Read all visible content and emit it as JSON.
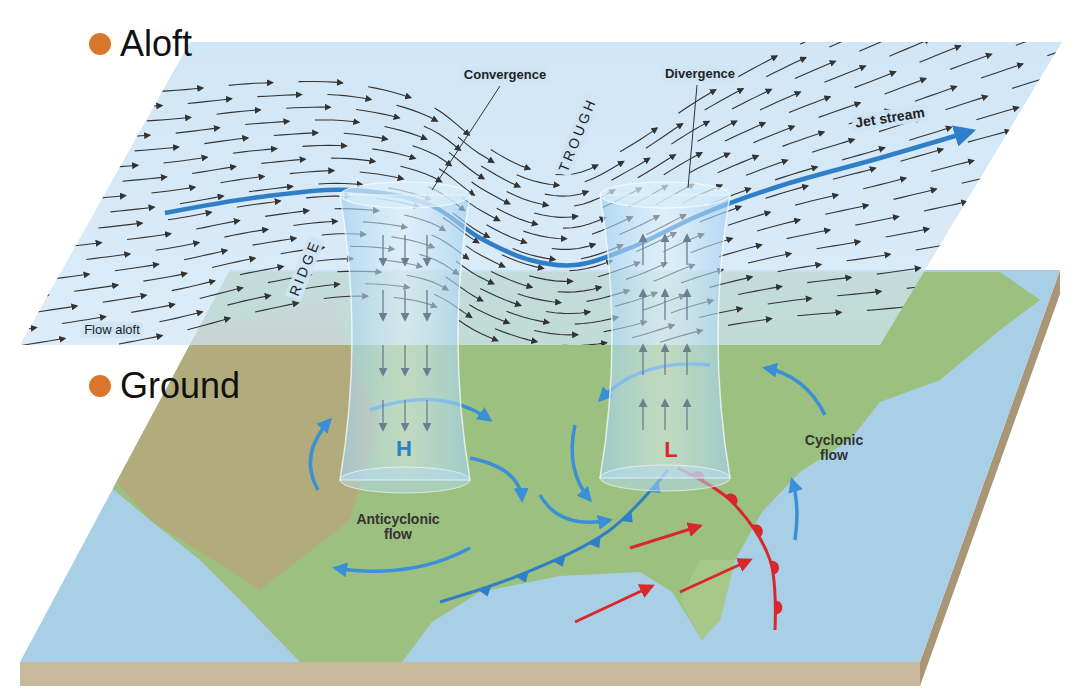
{
  "diagram": {
    "labels": [
      "Aloft",
      "Convergence",
      "Divergence",
      "TROUGH",
      "Jet stream",
      "RIDGE",
      "Flow aloft",
      "Ground",
      "H",
      "L",
      "Cyclonic flow",
      "Anticyclonic flow"
    ]
  }
}
